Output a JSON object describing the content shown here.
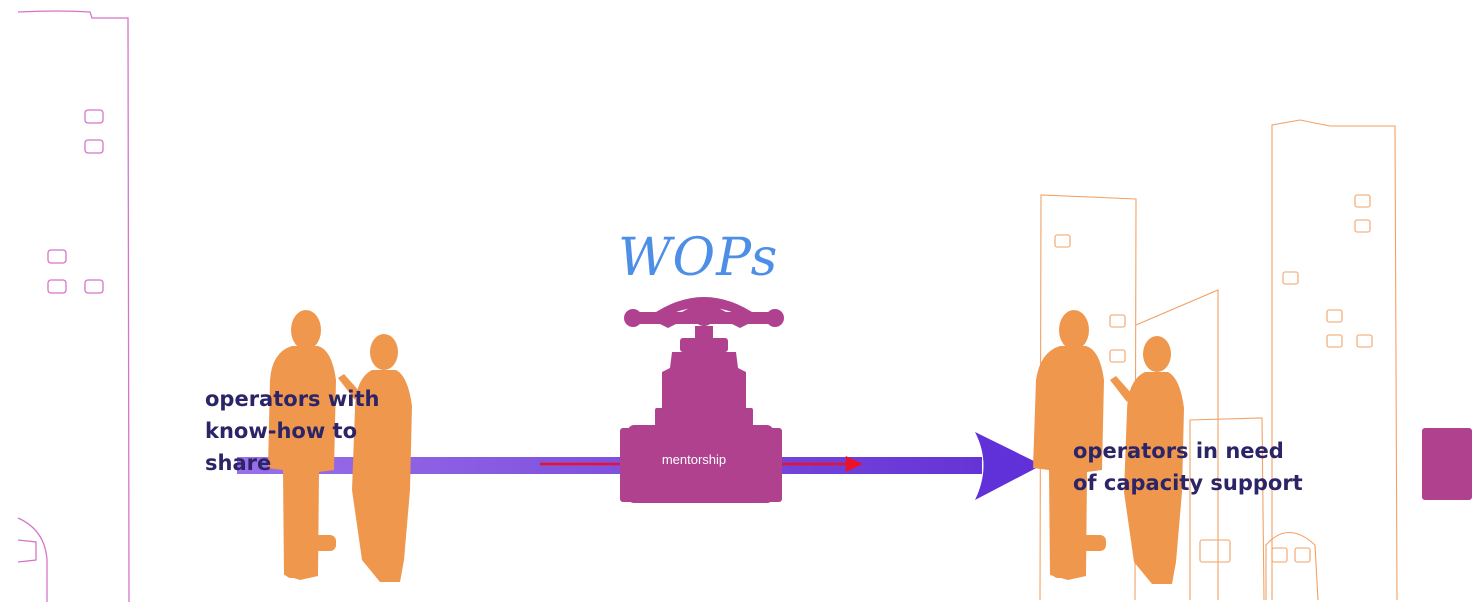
{
  "title": "WOPs",
  "valve_label": "mentorship",
  "left_group": {
    "label_lines": [
      "operators with",
      "know-how to",
      "share"
    ]
  },
  "right_group": {
    "label_lines": [
      "operators in need",
      "of capacity support"
    ]
  },
  "colors": {
    "title": "#4d8fe6",
    "people": "#f0974e",
    "valve": "#b0418f",
    "arrow": "#7a4fe0",
    "flow_arrow": "#e8132a",
    "label_text": "#2b2466",
    "left_building_outline": "#d675c8",
    "right_building_outline": "#f2a266"
  },
  "icons": [
    "building-outline",
    "people-silhouette",
    "valve-icon",
    "flow-arrow",
    "pipe-end"
  ]
}
